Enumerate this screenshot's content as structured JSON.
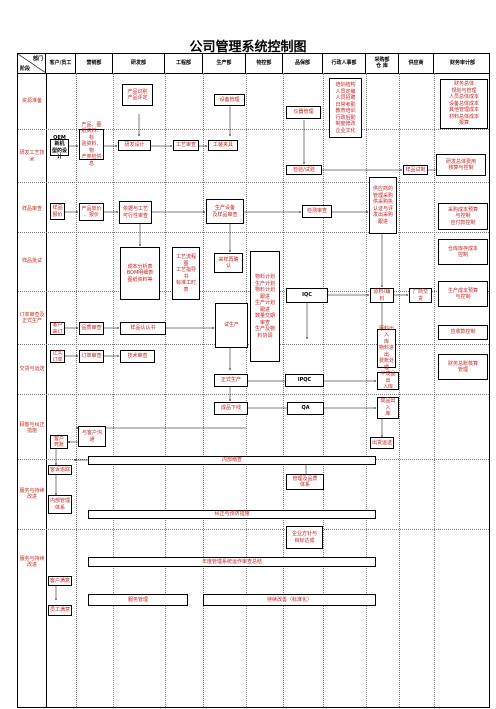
{
  "title": "公司管理系统控制图",
  "corner": {
    "top": "部门",
    "bottom": "阶段"
  },
  "columns": [
    "客户/员工",
    "营销部",
    "研发部",
    "工程部",
    "生产部",
    "物控部",
    "品保部",
    "行政人事部",
    "采购部\n仓 库",
    "供应商",
    "财务审计部"
  ],
  "phases": [
    "资源准备",
    "研发工艺技术",
    "样品审查",
    "样品批试",
    "订单审查及正式生产",
    "交货与运送",
    "顾客与纠正措施",
    "服务与持续改进",
    "服务与持续改进"
  ],
  "boxes": {
    "oem": "OEM新机\n型的设计",
    "product_drawing": "产品、图\n纸资料、标\n验资料、物\n产类检供\n息",
    "rd_design": "研发设计",
    "product_plan": "产品识别\n产品评定",
    "eng_review": "工艺审查",
    "equipment_mgmt": "设备管理",
    "tooling": "工装夹具",
    "instrument_mgmt": "仪器管理",
    "inspect_test": "检验/试验",
    "hr_training": "培训结构\n人员定编\n人员招聘\n日常考勤\n教育培训\n行政后勤\n制度修改\n企业文化",
    "finance_plan": "财务总体\n规划与管理\n人员总体成本\n设备总体成本\n其他管理成本\n材料总体成本\n报算",
    "sample_trial": "样品试制",
    "finance_cost": "研发总体费用\n核算与控制",
    "sample_quote": "样品报价",
    "product_cost": "产品单价\n、报价",
    "process_review": "依据与工艺\n可行性审查",
    "production_plan": "生产设备\n及样品审查",
    "inspect_review": "检测审查",
    "supplier_review": "供应商的\n管理采购\n供采购执\n认证与评\n发出采购\n跟进",
    "purchase_cost": "采购成本预算\n与控制\n应付款控制",
    "cost_bom": "成本分析表\nBOM明细表\n图纸资料等",
    "process_flow": "工艺流程图\n工艺指导书\n标准工时表",
    "sample_confirm": "来样再确\n认",
    "material_plan": "物料计划\n生产计划\n物料计划\n跟进\n生产计划\n跟进\n数量交期\n审查\n生产及物\n料协调",
    "iqc": "IQC",
    "material_purchase": "原料/辅料",
    "supply_delivery": "厂商交货",
    "warehouse_cost": "仓库库存成本\n控制",
    "customer_order": "客户来订",
    "quality_review": "品质审查",
    "sample_follow": "样品认认书",
    "trial_production": "试生产",
    "material_in": "原料出入\n库\n物料进出\n费账处理",
    "prod_cost": "生产成本预算\n与控制",
    "formal_order": "正式订单",
    "order_review": "订单审查",
    "tech_review": "技术审查",
    "receivable": "应收款控制",
    "formal_production": "正式生产",
    "ipqc": "IPQC",
    "semi_in": "半成品出\n入库",
    "finance_account": "财务总账核算\n管理",
    "finished_in": "成品下线",
    "qa": "QA",
    "finished_store": "成品出入\n库",
    "customer_complaint": "客户死账",
    "customer_comm": "与客户沟\n通",
    "shipping": "出货运送",
    "internal_audit": "内部稽查",
    "customer_visit": "客诉追踪",
    "internal_mgmt": "内部管理\n体系",
    "quality_statistics": "管理及品质\n体系",
    "corrective": "纠正与预防措施",
    "enterprise_goal": "企业方针与\n目标达成",
    "annual_review": "年度管理系统运作审查总结",
    "customer_survey": "客户满意",
    "service_mgmt": "服务管理",
    "continuous_improve": "持续改善（标准化）",
    "staff_survey": "员工满意"
  }
}
